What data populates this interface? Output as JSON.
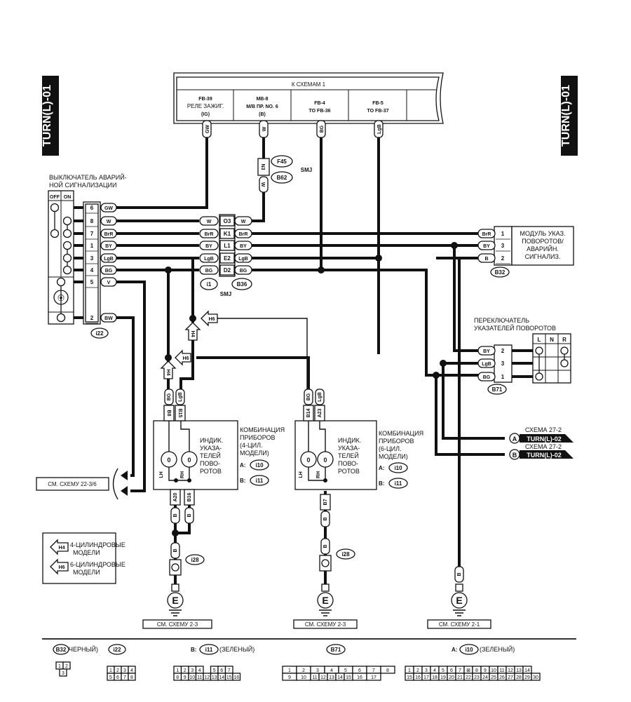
{
  "page_code": "TURN(L)-01",
  "top_block": {
    "title": "К СХЕМАМ 1",
    "cells": [
      {
        "line1": "FB-39",
        "line2": "РЕЛЕ ЗАЖИГ.",
        "line3": "(IG)",
        "wire": "GW"
      },
      {
        "line1": "MB-8",
        "line2": "M/B  ПР.   NO. 6",
        "line3": "(B)",
        "wire": "W"
      },
      {
        "line1": "FB-4",
        "line2": "TO FB-36",
        "line3": "",
        "wire": "BG"
      },
      {
        "line1": "FB-5",
        "line2": "TO FB-37",
        "line3": "",
        "wire": "LgB"
      }
    ]
  },
  "smj_upper": {
    "pin": "N3",
    "wire": "W",
    "connectors": [
      "F45",
      "B62"
    ],
    "label": "SMJ"
  },
  "hazard_switch": {
    "title": [
      "ВЫКЛЮЧАТЕЛЬ АВАРИЙ-",
      "НОЙ СИГНАЛИЗАЦИИ"
    ],
    "states": [
      "OFF",
      "ON"
    ],
    "connector": "i22",
    "pins": [
      {
        "pin": "6",
        "wire": "GW"
      },
      {
        "pin": "8",
        "wire": "W"
      },
      {
        "pin": "7",
        "wire": "BrR"
      },
      {
        "pin": "1",
        "wire": "BY"
      },
      {
        "pin": "3",
        "wire": "LgB"
      },
      {
        "pin": "4",
        "wire": "BG"
      },
      {
        "pin": "5",
        "wire": "V"
      },
      {
        "pin": "2",
        "wire": "BW"
      }
    ]
  },
  "smj_mid": {
    "rows": [
      {
        "left": "W",
        "pin": "O3",
        "right": "W"
      },
      {
        "left": "BrR",
        "pin": "K1",
        "right": "BrR"
      },
      {
        "left": "BY",
        "pin": "L1",
        "right": "BY"
      },
      {
        "left": "LgB",
        "pin": "E2",
        "right": "LgB"
      },
      {
        "left": "BG",
        "pin": "D2",
        "right": "BG"
      }
    ],
    "connectors": [
      "i1",
      "B36"
    ],
    "label": "SMJ"
  },
  "flasher_module": {
    "title": [
      "МОДУЛЬ УКАЗ.",
      "ПОВОРОТОВ/",
      "АВАРИЙН.",
      "СИГНАЛИЗ."
    ],
    "connector": "B32",
    "pins": [
      {
        "wire": "BrR",
        "pin": "1"
      },
      {
        "wire": "BY",
        "pin": "3"
      },
      {
        "wire": "B",
        "pin": "2"
      }
    ]
  },
  "turn_switch": {
    "title": [
      "ПЕРЕКЛЮЧАТЕЛЬ",
      "УКАЗАТЕЛЕЙ ПОВОРОТОВ"
    ],
    "positions": [
      "L",
      "N",
      "R"
    ],
    "connector": "B71",
    "pins": [
      {
        "wire": "BY",
        "pin": "2"
      },
      {
        "wire": "LgB",
        "pin": "3"
      },
      {
        "wire": "BG",
        "pin": "1"
      }
    ]
  },
  "off_page": [
    {
      "letter": "A",
      "ref": "СХЕМА 27-2",
      "code": "TURN(L)-02"
    },
    {
      "letter": "B",
      "ref": "СХЕМА 27-2",
      "code": "TURN(L)-02"
    }
  ],
  "h_flags": {
    "h4": "H4",
    "h6": "H6"
  },
  "cluster_4cyl": {
    "top_pins": [
      {
        "pin": "B8",
        "wire": "BG"
      },
      {
        "pin": "B15",
        "wire": "LgB"
      }
    ],
    "bottom_pins": [
      {
        "pin": "A20",
        "wire": "B"
      },
      {
        "pin": "B16",
        "wire": "B"
      }
    ],
    "inner": [
      "ИНДИК.",
      "УКАЗА-",
      "ТЕЛЕЙ",
      "ПОВО-",
      "РОТОВ"
    ],
    "lamps": [
      "LH",
      "RH"
    ],
    "title": [
      "КОМБИНАЦИЯ",
      "ПРИБОРОВ",
      "(4-ЦИЛ.",
      "МОДЕЛИ)"
    ],
    "conn_a_label": "A:",
    "conn_a": "i10",
    "conn_b_label": "B:",
    "conn_b": "i11",
    "ground_wire": "B",
    "ground_conn": "i28"
  },
  "cluster_6cyl": {
    "top_pins": [
      {
        "pin": "B14",
        "wire": "BG"
      },
      {
        "pin": "A23",
        "wire": "LgB"
      }
    ],
    "bottom_pins": [
      {
        "pin": "B7",
        "wire": "B"
      }
    ],
    "inner": [
      "ИНДИК.",
      "УКАЗА-",
      "ТЕЛЕЙ",
      "ПОВО-",
      "РОТОВ"
    ],
    "lamps": [
      "LH",
      "RH"
    ],
    "title": [
      "КОМБИНАЦИЯ",
      "ПРИБОРОВ",
      "(6-ЦИЛ.",
      "МОДЕЛИ)"
    ],
    "conn_a_label": "A:",
    "conn_a": "i10",
    "conn_b_label": "B:",
    "conn_b": "i11",
    "ground_wire": "B",
    "ground_conn": "i28"
  },
  "see_scheme_left": "СМ. СХЕМУ 22-3/6",
  "legend": [
    {
      "flag": "H4",
      "text": [
        "4-ЦИЛИНДРОВЫЕ",
        "МОДЕЛИ"
      ]
    },
    {
      "flag": "H6",
      "text": [
        "6-ЦИЛИНДРОВЫЕ",
        "МОДЕЛИ"
      ]
    }
  ],
  "grounds": [
    {
      "symbol": "E",
      "ref": "СМ. СХЕМУ 2-3"
    },
    {
      "symbol": "E",
      "ref": "СМ. СХЕМУ 2-3"
    },
    {
      "symbol": "E",
      "ref": "СМ. СХЕМУ 2-1",
      "wire": "B"
    }
  ],
  "connector_views": {
    "b32": {
      "id": "B32",
      "color": "ЧЕРНЫЙ)",
      "pins_row1": [
        "1",
        "2"
      ],
      "pins_row2": [
        "3"
      ]
    },
    "i22": {
      "id": "i22",
      "pins_row1": [
        "1",
        "2",
        "3",
        "4"
      ],
      "pins_row2": [
        "5",
        "6",
        "7",
        "8"
      ]
    },
    "i11": {
      "prefix": "B:",
      "id": "i11",
      "color": "(ЗЕЛЕНЫЙ)",
      "pins_row1": [
        "1",
        "2",
        "3",
        "4",
        "",
        "5",
        "6",
        "7"
      ],
      "pins_row2": [
        "8",
        "9",
        "10",
        "11",
        "12",
        "13",
        "14",
        "15",
        "16"
      ]
    },
    "b71": {
      "id": "B71",
      "pins_row1": [
        "1",
        "2",
        "3",
        "4",
        "5",
        "6",
        "7",
        "8"
      ],
      "pins_row2": [
        "9",
        "10",
        "11",
        "12",
        "13",
        "14",
        "15",
        "16",
        "17"
      ]
    },
    "i10": {
      "prefix": "A:",
      "id": "i10",
      "color": "(ЗЕЛЕНЫЙ)",
      "pins_row1": [
        "1",
        "2",
        "3",
        "4",
        "5",
        "6",
        "7",
        "X",
        "8",
        "9",
        "10",
        "11",
        "12",
        "13",
        "14"
      ],
      "pins_row2": [
        "15",
        "16",
        "17",
        "18",
        "19",
        "20",
        "21",
        "22",
        "23",
        "24",
        "25",
        "26",
        "27",
        "28",
        "29",
        "30"
      ]
    }
  }
}
